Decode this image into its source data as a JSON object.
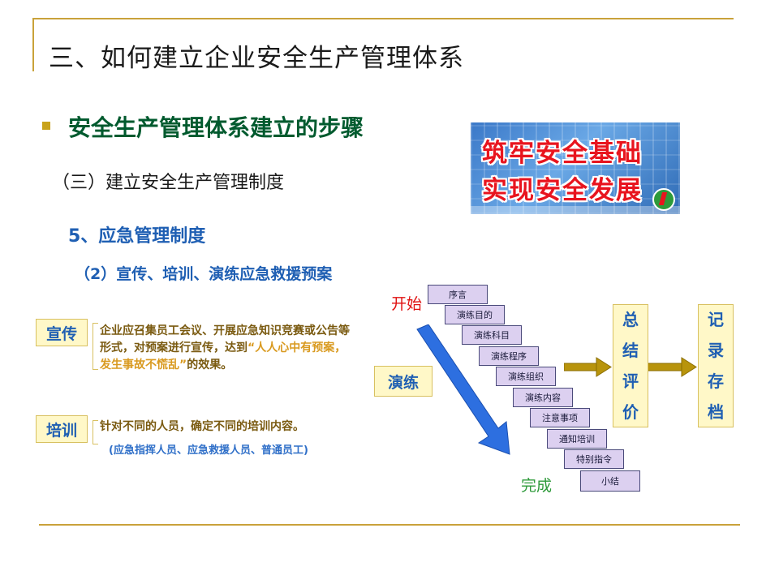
{
  "slide": {
    "title": "三、如何建立企业安全生产管理体系",
    "section_heading": "安全生产管理体系建立的步骤",
    "sub_heading": "（三）建立安全生产管理制度",
    "item_heading": "5、应急管理制度",
    "sub_item_heading": "（2）宣传、培训、演练应急救援预案"
  },
  "banner": {
    "line1": "筑牢安全基础",
    "line2": "实现安全发展"
  },
  "propaganda": {
    "label": "宣传",
    "text_before": "企业应召集员工会议、开展应急知识竞赛或公告等形式，对预案进行宣传，达到",
    "text_highlight": "“人人心中有预案，发生事故不慌乱”",
    "text_after": "的效果。"
  },
  "training": {
    "label": "培训",
    "text": "针对不同的人员，确定不同的培训内容。",
    "note": "(应急指挥人员、应急救援人员、普通员工)"
  },
  "drill": {
    "start_label": "开始",
    "label": "演练",
    "finish_label": "完成",
    "steps": [
      "序言",
      "演练目的",
      "演练科目",
      "演练程序",
      "演练组织",
      "演练内容",
      "注意事项",
      "通知培训",
      "特别指令",
      "小结"
    ],
    "summary": "总结评价",
    "archive": "记录存档"
  },
  "colors": {
    "accent_gold": "#c9a23a",
    "heading_green": "#005a2e",
    "heading_blue": "#1f5fb3",
    "arrow_blue": "#2d6fe0",
    "arrow_olive": "#b8940c"
  }
}
